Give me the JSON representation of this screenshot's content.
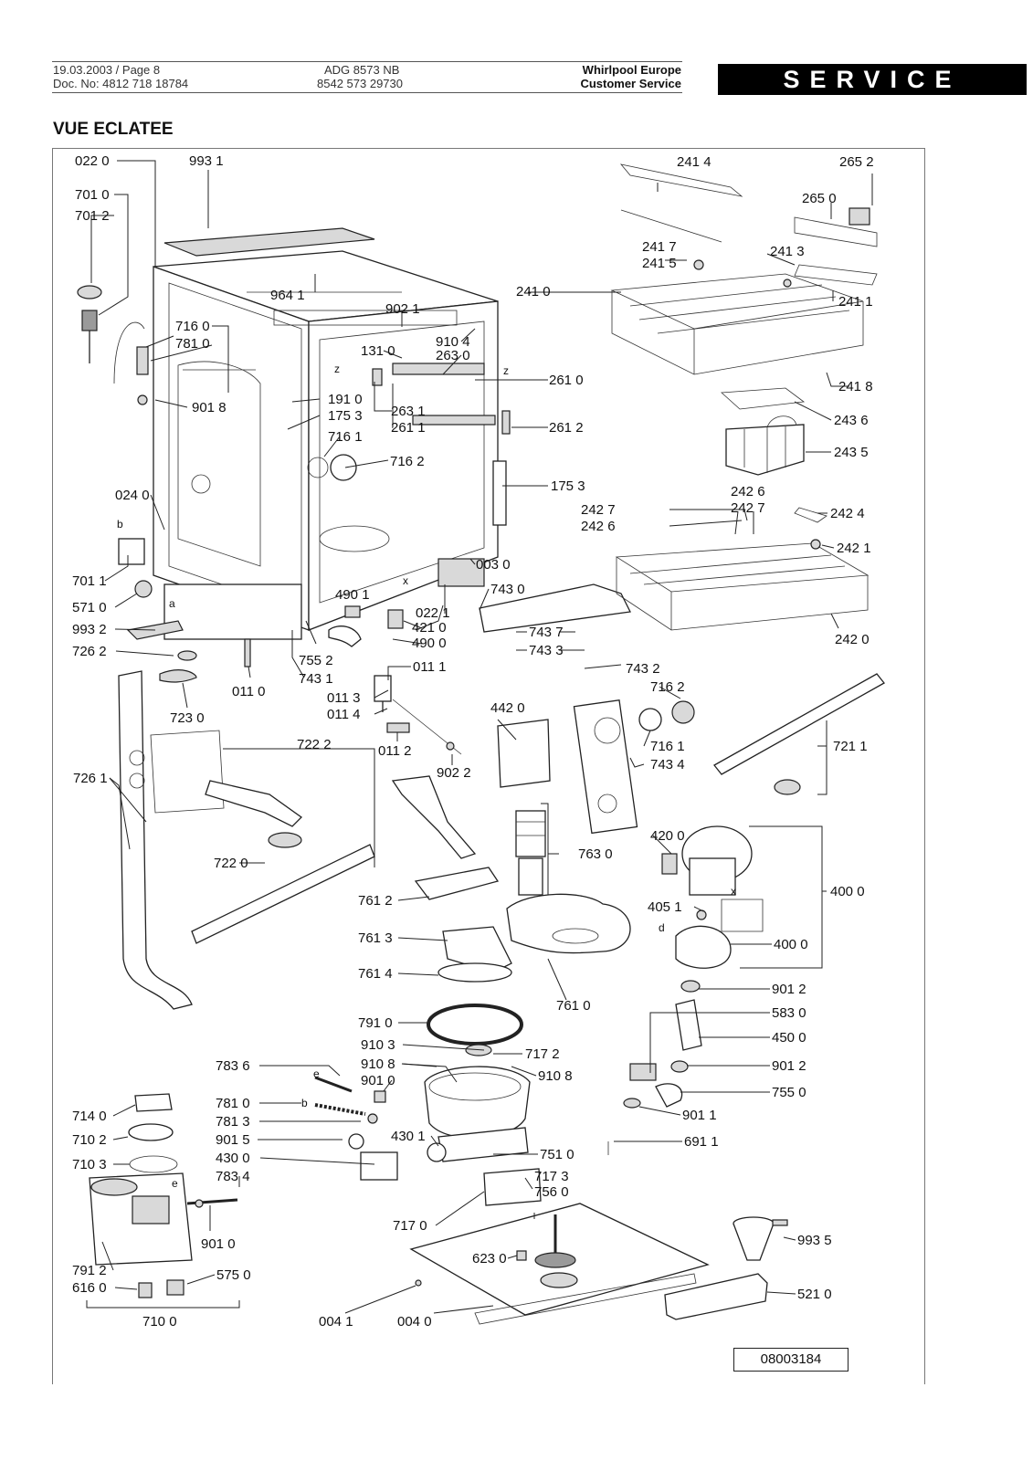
{
  "header": {
    "date_page": "19.03.2003 / Page 8",
    "doc_no": "Doc. No: 4812 718 18784",
    "model": "ADG 8573 NB",
    "model_code": "8542 573 29730",
    "brand_line1": "Whirlpool Europe",
    "brand_line2": "Customer Service",
    "service_label": "SERVICE"
  },
  "title": "VUE ECLATEE",
  "document_number": "08003184",
  "callouts": [
    "022 0",
    "993 1",
    "701 0",
    "701 2",
    "964 1",
    "902 1",
    "716 0",
    "781 0",
    "131 0",
    "910 4",
    "263 0",
    "901 8",
    "191 0",
    "175 3",
    "263 1",
    "261 1",
    "716 1",
    "716 2",
    "261 0",
    "261 2",
    "175 3",
    "024 0",
    "701 1",
    "571 0",
    "993 2",
    "726 2",
    "003 0",
    "743 0",
    "490 1",
    "421 0",
    "490 0",
    "022 1",
    "743 7",
    "743 3",
    "755 2",
    "743 1",
    "011 0",
    "011 1",
    "011 3",
    "011 4",
    "011 2",
    "902 2",
    "723 0",
    "722 2",
    "726 1",
    "722 0",
    "442 0",
    "743 2",
    "716 2",
    "716 1",
    "743 4",
    "721 1",
    "241 4",
    "265 2",
    "265 0",
    "241 7",
    "241 3",
    "241 5",
    "241 0",
    "241 1",
    "241 8",
    "243 6",
    "243 5",
    "242 6",
    "242 7",
    "242 4",
    "242 7",
    "242 6",
    "242 1",
    "242 0",
    "763 0",
    "420 0",
    "400 0",
    "405 1",
    "400 0",
    "761 2",
    "761 3",
    "761 4",
    "761 0",
    "791 0",
    "901 2",
    "583 0",
    "450 0",
    "901 2",
    "910 3",
    "717 2",
    "910 8",
    "910 8",
    "901 0",
    "755 0",
    "783 6",
    "781 0",
    "781 3",
    "901 5",
    "430 1",
    "901 1",
    "751 0",
    "691 1",
    "430 0",
    "717 3",
    "783 4",
    "756 0",
    "717 0",
    "714 0",
    "710 2",
    "710 3",
    "901 0",
    "993 5",
    "623 0",
    "791 2",
    "575 0",
    "616 0",
    "710 0",
    "004 1",
    "004 0",
    "521 0"
  ],
  "letter_marks": [
    "z",
    "z",
    "x",
    "b",
    "a",
    "d",
    "x",
    "e",
    "e",
    "b"
  ]
}
